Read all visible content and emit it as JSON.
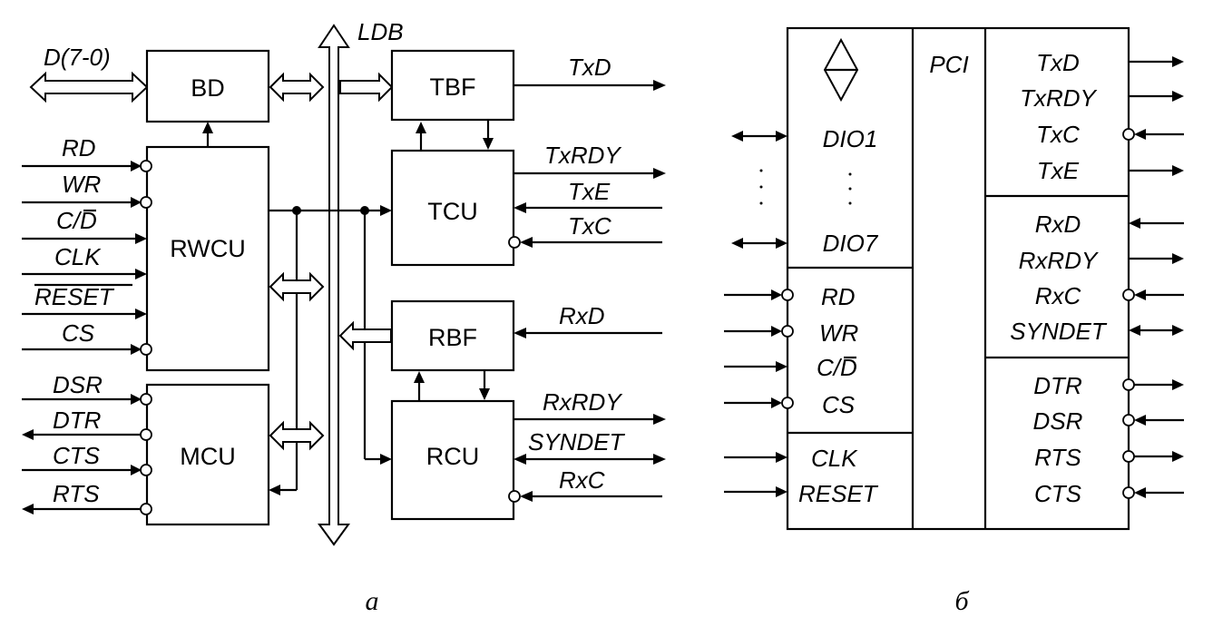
{
  "diagram_a": {
    "caption": "а",
    "bus_label": "LDB",
    "blocks": {
      "bd": "BD",
      "rwcu": "RWCU",
      "mcu": "MCU",
      "tbf": "TBF",
      "tcu": "TCU",
      "rbf": "RBF",
      "rcu": "RCU"
    },
    "data_bus": "D(7-0)",
    "rwcu_inputs": [
      "RD",
      "WR",
      "C/D",
      "CLK",
      "RESET",
      "CS"
    ],
    "mcu_signals": [
      "DSR",
      "DTR",
      "CTS",
      "RTS"
    ],
    "tx_signals": [
      "TxD",
      "TxRDY",
      "TxE",
      "TxC"
    ],
    "rx_signals": [
      "RxD",
      "RxRDY",
      "SYNDET",
      "RxC"
    ]
  },
  "diagram_b": {
    "caption": "б",
    "pci_label": "PCI",
    "dio_first": "DIO1",
    "dio_last": "DIO7",
    "control_inputs": [
      "RD",
      "WR",
      "C/D",
      "CS"
    ],
    "clock_inputs": [
      "CLK",
      "RESET"
    ],
    "tx_group": [
      "TxD",
      "TxRDY",
      "TxC",
      "TxE"
    ],
    "rx_group": [
      "RxD",
      "RxRDY",
      "RxC",
      "SYNDET"
    ],
    "modem_group": [
      "DTR",
      "DSR",
      "RTS",
      "CTS"
    ]
  }
}
